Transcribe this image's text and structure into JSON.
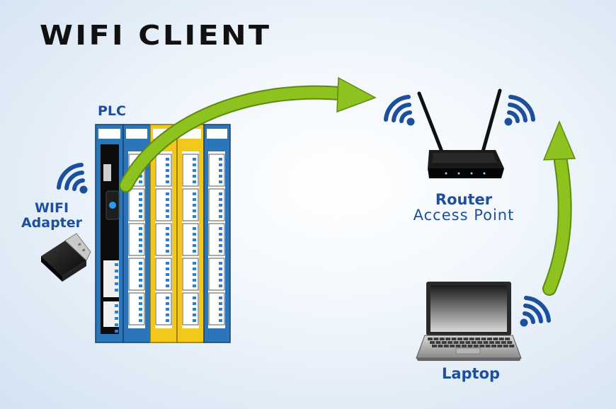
{
  "title": "WIFI CLIENT",
  "plc": {
    "label": "PLC"
  },
  "adapter": {
    "label_line1": "WIFI",
    "label_line2": "Adapter"
  },
  "router": {
    "label": "Router",
    "sublabel": "Access Point"
  },
  "laptop": {
    "label": "Laptop"
  },
  "colors": {
    "text_blue": "#1d4f9c",
    "module_blue": "#2a76b8",
    "module_yellow": "#f2c81a",
    "arrow_green": "#8dc21f",
    "wifi_blue": "#1d4f9c"
  }
}
